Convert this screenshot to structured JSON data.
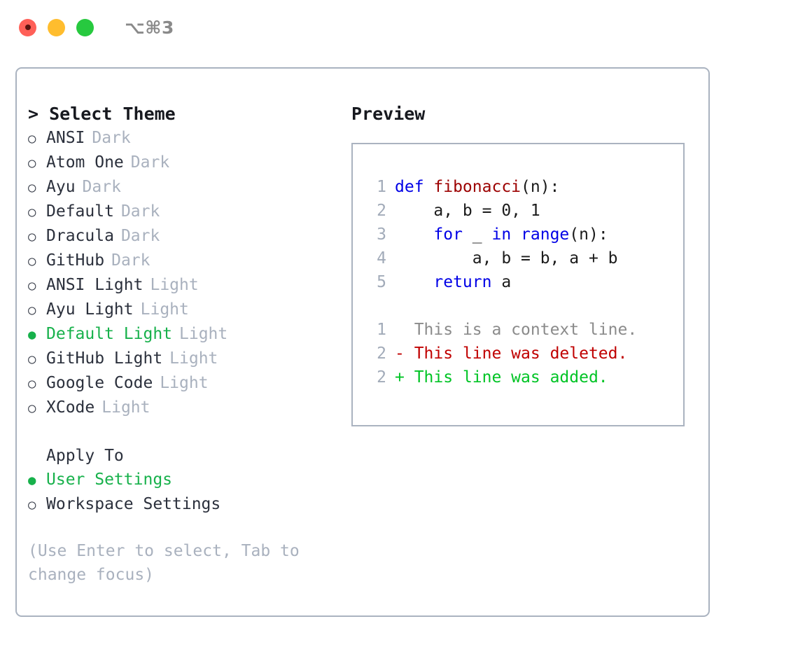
{
  "window": {
    "title": "⌥⌘3",
    "traffic_lights": [
      {
        "name": "close",
        "color": "#ff6058"
      },
      {
        "name": "minimize",
        "color": "#ffbd2e"
      },
      {
        "name": "maximize",
        "color": "#27c93f"
      }
    ]
  },
  "theme_picker": {
    "heading": "> Select Theme",
    "options": [
      {
        "bullet": "○",
        "label": "ANSI",
        "tag": "Dark",
        "selected": false
      },
      {
        "bullet": "○",
        "label": "Atom One",
        "tag": "Dark",
        "selected": false
      },
      {
        "bullet": "○",
        "label": "Ayu",
        "tag": "Dark",
        "selected": false
      },
      {
        "bullet": "○",
        "label": "Default",
        "tag": "Dark",
        "selected": false
      },
      {
        "bullet": "○",
        "label": "Dracula",
        "tag": "Dark",
        "selected": false
      },
      {
        "bullet": "○",
        "label": "GitHub",
        "tag": "Dark",
        "selected": false
      },
      {
        "bullet": "○",
        "label": "ANSI Light",
        "tag": "Light",
        "selected": false
      },
      {
        "bullet": "○",
        "label": "Ayu Light",
        "tag": "Light",
        "selected": false
      },
      {
        "bullet": "●",
        "label": "Default Light",
        "tag": "Light",
        "selected": true
      },
      {
        "bullet": "○",
        "label": "GitHub Light",
        "tag": "Light",
        "selected": false
      },
      {
        "bullet": "○",
        "label": "Google Code",
        "tag": "Light",
        "selected": false
      },
      {
        "bullet": "○",
        "label": "XCode",
        "tag": "Light",
        "selected": false
      }
    ]
  },
  "apply_to": {
    "label": "Apply To",
    "options": [
      {
        "bullet": "●",
        "label": "User Settings",
        "selected": true
      },
      {
        "bullet": "○",
        "label": "Workspace Settings",
        "selected": false
      }
    ]
  },
  "hint": "(Use Enter to select, Tab to change focus)",
  "preview": {
    "heading": "Preview",
    "code_lines": [
      {
        "no": "1",
        "tokens": [
          {
            "t": "def ",
            "k": "kw"
          },
          {
            "t": "fibonacci",
            "k": "fn"
          },
          {
            "t": "(n):",
            "k": "plain"
          }
        ]
      },
      {
        "no": "2",
        "tokens": [
          {
            "t": "    a, b = 0, 1",
            "k": "plain"
          }
        ]
      },
      {
        "no": "3",
        "tokens": [
          {
            "t": "    ",
            "k": "plain"
          },
          {
            "t": "for",
            "k": "kw"
          },
          {
            "t": " _ ",
            "k": "plain"
          },
          {
            "t": "in",
            "k": "kw"
          },
          {
            "t": " ",
            "k": "plain"
          },
          {
            "t": "range",
            "k": "kw"
          },
          {
            "t": "(n):",
            "k": "plain"
          }
        ]
      },
      {
        "no": "4",
        "tokens": [
          {
            "t": "        a, b = b, a + b",
            "k": "plain"
          }
        ]
      },
      {
        "no": "5",
        "tokens": [
          {
            "t": "    ",
            "k": "plain"
          },
          {
            "t": "return",
            "k": "kw"
          },
          {
            "t": " a",
            "k": "plain"
          }
        ]
      }
    ],
    "diff_lines": [
      {
        "no": "1",
        "marker": "  ",
        "text": "This is a context line.",
        "kind": "context"
      },
      {
        "no": "2",
        "marker": "- ",
        "text": "This line was deleted.",
        "kind": "deleted"
      },
      {
        "no": "2",
        "marker": "+ ",
        "text": "This line was added.",
        "kind": "added"
      }
    ]
  },
  "colors": {
    "selected_green": "#17b14b",
    "added_green": "#00c425",
    "deleted_red": "#c00000",
    "keyword_blue": "#0000e6",
    "function_red": "#9c0000",
    "muted_gray": "#a9b1be",
    "border": "#aab3c0"
  }
}
